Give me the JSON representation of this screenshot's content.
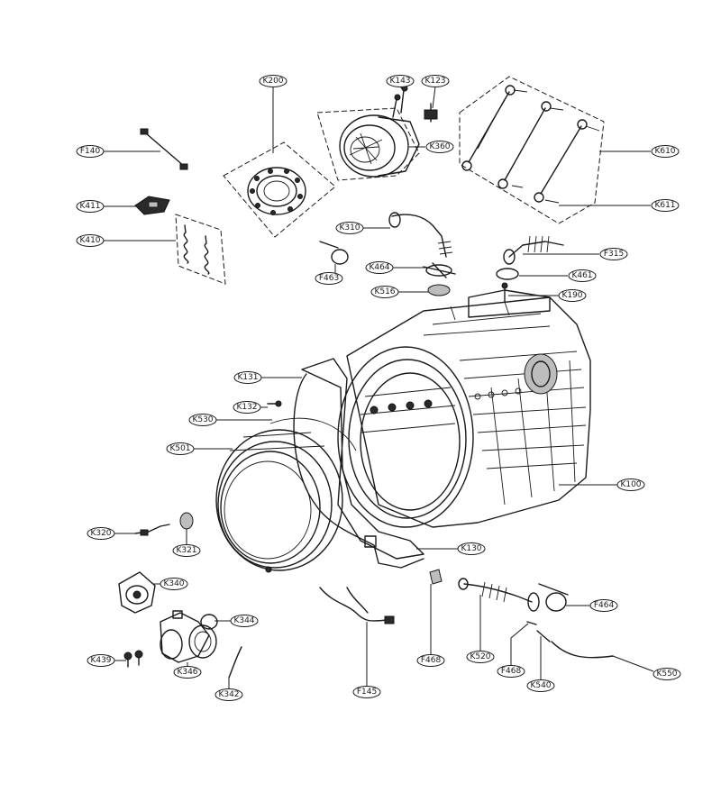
{
  "labels": {
    "k200": "K200",
    "k143": "K143",
    "k123": "K123",
    "k360": "K360",
    "k610": "K610",
    "k611": "K611",
    "f140": "F140",
    "k411": "K411",
    "k410": "K410",
    "k310": "K310",
    "f463": "F463",
    "k464": "K464",
    "k516": "K516",
    "f315": "F315",
    "k461": "K461",
    "k190": "K190",
    "k131": "K131",
    "k132": "K132",
    "k530": "K530",
    "k501": "K501",
    "k100": "K100",
    "k320": "K320",
    "k321": "K321",
    "k130": "K130",
    "k340": "K340",
    "k344": "K344",
    "k439": "K439",
    "k346": "K346",
    "k342": "K342",
    "f145": "F145",
    "f468a": "F468",
    "k520": "K520",
    "f468b": "F468",
    "k540": "K540",
    "f464": "F464",
    "k550": "K550"
  }
}
